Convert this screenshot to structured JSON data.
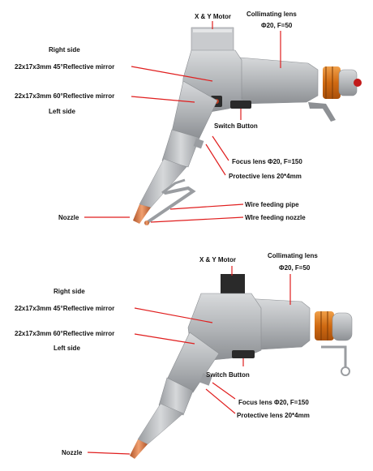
{
  "diagrams": [
    {
      "labels": {
        "xy_motor": "X & Y Motor",
        "collimating_lens": "Collimating lens",
        "collimating_spec": "Φ20, F=50",
        "right_side": "Right side",
        "mirror_45": "22x17x3mm 45°Reflective mirror",
        "mirror_60": "22x17x3mm 60°Reflective mirror",
        "left_side": "Left side",
        "switch_button": "Switch Button",
        "focus_lens": "Focus lens Φ20, F=150",
        "protective_lens": "Protective lens 20*4mm",
        "wire_feeding_pipe": "Wire feeding pipe",
        "wire_feeding_nozzle": "WIre feeding nozzle",
        "nozzle": "Nozzle"
      }
    },
    {
      "labels": {
        "xy_motor": "X & Y Motor",
        "collimating_lens": "Collimating lens",
        "collimating_spec": "Φ20, F=50",
        "right_side": "Right side",
        "mirror_45": "22x17x3mm 45°Reflective mirror",
        "mirror_60": "22x17x3mm 60°Reflective mirror",
        "left_side": "Left side",
        "switch_button": "Switch Button",
        "focus_lens": "Focus lens Φ20, F=150",
        "protective_lens": "Protective lens 20*4mm",
        "nozzle": "Nozzle"
      }
    }
  ],
  "colors": {
    "leader_line": "#e01e1e",
    "body_metal": "#b7b9bc",
    "orange_ring": "#e07a1a",
    "copper_nozzle": "#d9804a",
    "dark_part": "#2a2a2a"
  }
}
